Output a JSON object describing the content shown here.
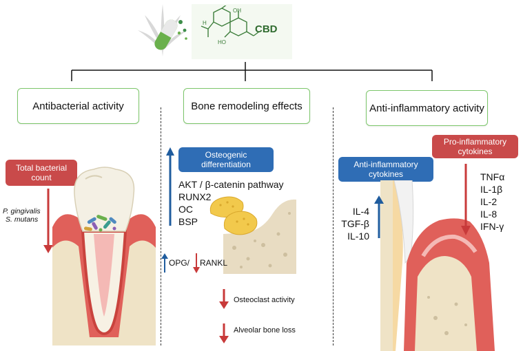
{
  "header": {
    "cbd_label": "CBD"
  },
  "columns": {
    "left": {
      "title": "Antibacterial activity"
    },
    "middle": {
      "title": "Bone remodeling effects"
    },
    "right": {
      "title": "Anti-inflammatory activity"
    }
  },
  "antibacterial": {
    "badge": "Total bacterial count",
    "species": [
      "P. gingivalis",
      "S. mutans"
    ]
  },
  "bone": {
    "osteogenic_badge": "Osteogenic differentiation",
    "markers": [
      "AKT / β-catenin pathway",
      "RUNX2",
      "OC",
      "BSP"
    ],
    "opg": "OPG/",
    "rankl": "RANKL",
    "osteoclast": "Osteoclast activity",
    "alveolar": "Alveolar bone loss"
  },
  "inflammation": {
    "anti_badge": "Anti-inflammatory cytokines",
    "anti_list": [
      "IL-4",
      "TGF-β",
      "IL-10"
    ],
    "pro_badge": "Pro-inflammatory cytokines",
    "pro_list": [
      "TNFα",
      "IL-1β",
      "IL-2",
      "IL-8",
      "IFN-γ"
    ]
  },
  "colors": {
    "up_arrow": "#1f5c9e",
    "down_arrow": "#c83a3a",
    "box_border": "#7cc66a",
    "blue_badge": "#2f6db5",
    "red_badge": "#c94a4a"
  }
}
